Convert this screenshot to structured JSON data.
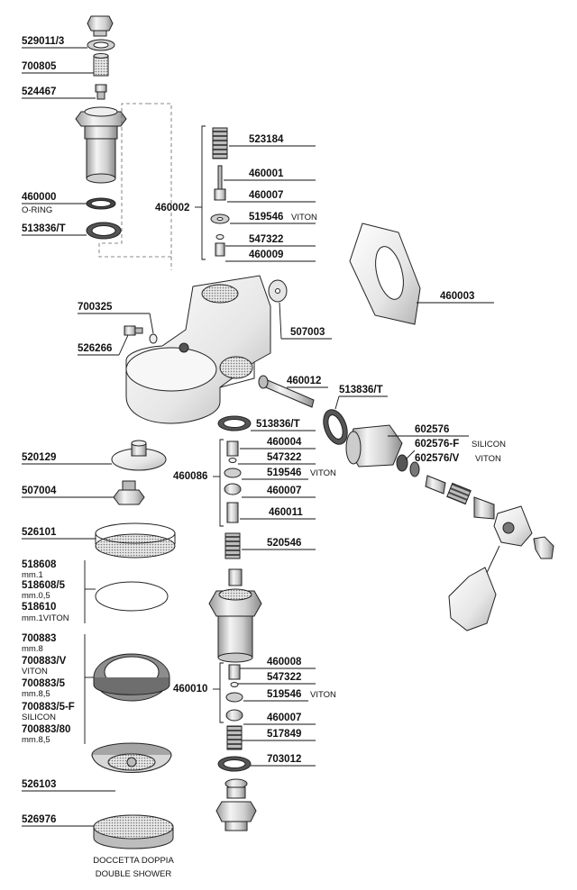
{
  "colors": {
    "line": "#111111",
    "part_fill": "#d9d9d9",
    "part_dark": "#8c8c8c",
    "part_light": "#f2f2f2"
  },
  "labels_left": {
    "p529011_3": "529011/3",
    "p700805": "700805",
    "p524467": "524467",
    "p460000": "460000",
    "oring": "O-RING",
    "p513836t_top": "513836/T",
    "p700325": "700325",
    "p526266": "526266",
    "p520129": "520129",
    "p507004": "507004",
    "p526101": "526101",
    "p518608": "518608",
    "mm1": "mm.1",
    "p518608_5": "518608/5",
    "mm05": "mm.0,5",
    "p518610": "518610",
    "mm1viton": "mm.1VITON",
    "p700883": "700883",
    "mm8": "mm.8",
    "p700883v": "700883/V",
    "viton": "VITON",
    "p700883_5": "700883/5",
    "mm85a": "mm.8,5",
    "p700883_5f": "700883/5-F",
    "silicon": "SILICON",
    "p700883_80": "700883/80",
    "mm85b": "mm.8,5",
    "p526103": "526103",
    "p526976": "526976"
  },
  "labels_group": {
    "p460002": "460002",
    "p460086": "460086",
    "p460010": "460010"
  },
  "labels_right": {
    "p523184": "523184",
    "p460001": "460001",
    "p460007a": "460007",
    "p519546a": "519546",
    "p547322a": "547322",
    "p460009": "460009",
    "p460003": "460003",
    "p507003": "507003",
    "p460012": "460012",
    "p513836t_mid": "513836/T",
    "p513836t_low": "513836/T",
    "p460004": "460004",
    "p547322b": "547322",
    "p519546b": "519546",
    "p460007b": "460007",
    "p460011": "460011",
    "p520546": "520546",
    "p460008": "460008",
    "p547322c": "547322",
    "p519546c": "519546",
    "p460007c": "460007",
    "p517849": "517849",
    "p703012": "703012",
    "p602576": "602576",
    "p602576f": "602576-F",
    "p602576v": "602576/V"
  },
  "materials": {
    "viton_a": "VITON",
    "viton_b": "VITON",
    "viton_c": "VITON",
    "silicon_r": "SILICON",
    "viton_r": "VITON"
  },
  "caption": {
    "line1": "DOCCETTA DOPPIA",
    "line2": "DOUBLE SHOWER"
  }
}
